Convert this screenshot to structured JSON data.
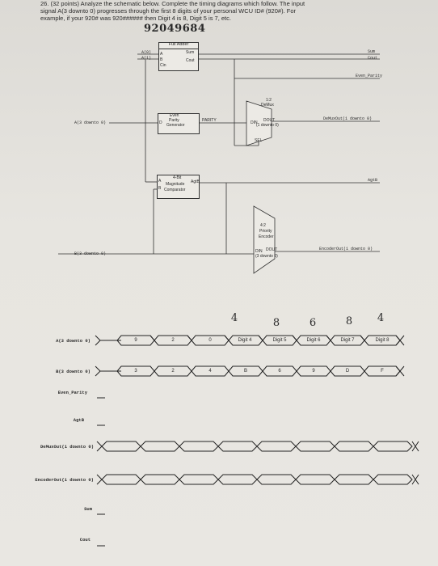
{
  "question": {
    "line1": "26. (32 points) Analyze the schematic below. Complete the timing diagrams which follow. The input",
    "line2": "signal A(3 downto 0) progresses through the first 8 digits of your personal WCU ID# (920#). For",
    "line3": "example, if your 920# was 920###### then Digit 4 is 8, Digit 5 is 7, etc.",
    "handwritten_id": "92049684"
  },
  "schematic": {
    "full_adder": {
      "title": "Full Adder",
      "in_a": "A",
      "in_b": "B",
      "in_cin": "Cin",
      "out_sum": "Sum",
      "out_cout": "Cout"
    },
    "even_parity": {
      "title1": "Even",
      "title2": "Parity",
      "title3": "Generator",
      "in": "D",
      "out": "PARITY"
    },
    "demux": {
      "title1": "1:2",
      "title2": "DeMux",
      "din": "DIN",
      "dout1": "DOUT",
      "dout2": "(1 downto 0)",
      "sel": "SEL"
    },
    "comparator": {
      "title1": "4-Bit",
      "title2": "Magnitude",
      "title3": "Comparator",
      "in_a": "A",
      "in_b": "B",
      "out": "AgtB"
    },
    "encoder": {
      "title1": "4:2",
      "title2": "Priority",
      "title3": "Encoder",
      "din": "DIN",
      "din2": "(3 downto 0)",
      "dout": "DOUT"
    },
    "wire_labels": {
      "a0": "A(0)",
      "a1": "A(1)",
      "a_bus": "A(3 downto 0)",
      "b_bus": "B(3 downto 0)",
      "sum_out": "Sum",
      "cout_out": "Cout",
      "even_parity_out": "Even_Parity",
      "demux_out": "DeMuxOut(1 downto 0)",
      "agtb_out": "AgtB",
      "encoder_out": "EncoderOut(1 downto 0)"
    }
  },
  "timing": {
    "handwritten_digits": [
      "4",
      "8",
      "6",
      "8",
      "4"
    ],
    "signals": [
      {
        "name": "A(3 downto 0)",
        "values": [
          "9",
          "2",
          "0",
          "Digit 4",
          "Digit 5",
          "Digit 6",
          "Digit 7",
          "Digit 8"
        ]
      },
      {
        "name": "B(3 downto 0)",
        "values": [
          "3",
          "2",
          "4",
          "B",
          "6",
          "9",
          "D",
          "F"
        ]
      },
      {
        "name": "Even_Parity"
      },
      {
        "name": "AgtB"
      },
      {
        "name": "DeMuxOut(1 downto 0)"
      },
      {
        "name": "EncoderOut(1 downto 0)"
      },
      {
        "name": "Sum"
      },
      {
        "name": "Cout"
      }
    ]
  }
}
